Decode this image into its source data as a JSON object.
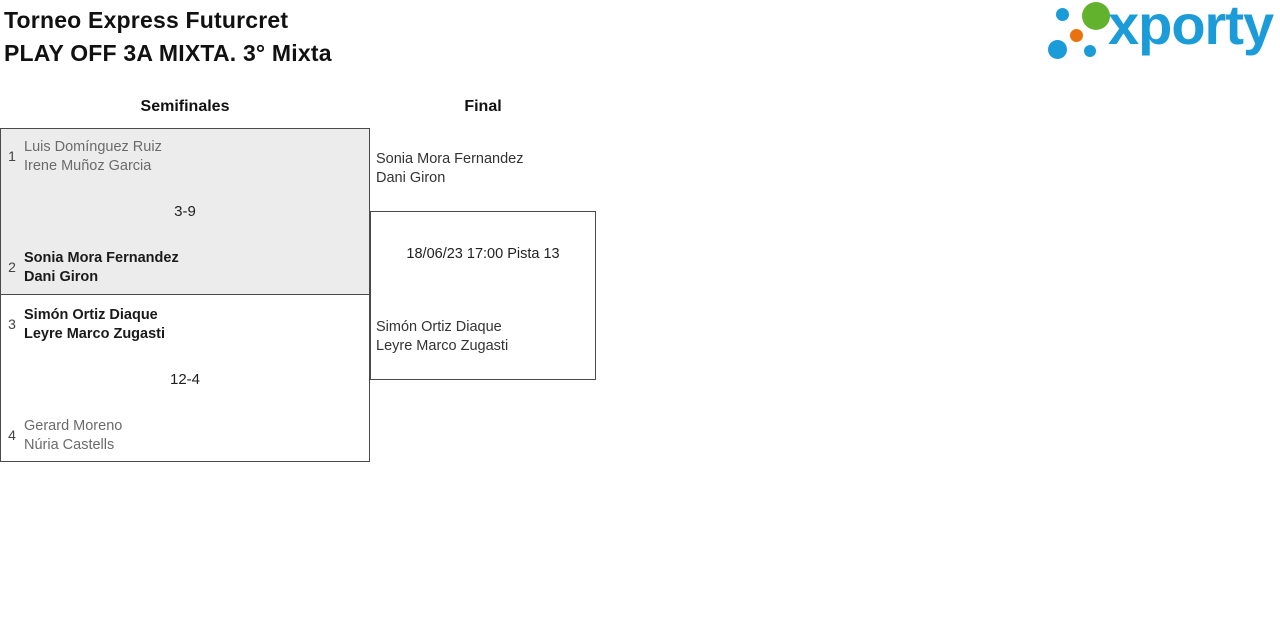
{
  "header": {
    "title": "Torneo Express Futurcret",
    "subtitle": "PLAY OFF 3A MIXTA. 3° Mixta"
  },
  "logo": {
    "brand": "xporty",
    "colors": {
      "blue": "#1b9cd9",
      "green": "#63b22e",
      "orange": "#e8730e"
    }
  },
  "round_headers": {
    "semifinals": "Semifinales",
    "final": "Final"
  },
  "semifinal_1": {
    "seed_top": "1",
    "team_top_line1": "Luis Domínguez Ruiz",
    "team_top_line2": "Irene Muñoz Garcia",
    "score": "3-9",
    "seed_bottom": "2",
    "team_bottom_line1": "Sonia Mora Fernandez",
    "team_bottom_line2": "Dani Giron"
  },
  "semifinal_2": {
    "seed_top": "3",
    "team_top_line1": "Simón Ortiz Diaque",
    "team_top_line2": "Leyre Marco Zugasti",
    "score": "12-4",
    "seed_bottom": "4",
    "team_bottom_line1": "Gerard Moreno",
    "team_bottom_line2": "Núria Castells"
  },
  "final": {
    "team_top_line1": "Sonia Mora Fernandez",
    "team_top_line2": "Dani Giron",
    "match_info": "18/06/23 17:00 Pista 13",
    "team_bottom_line1": "Simón Ortiz Diaque",
    "team_bottom_line2": "Leyre Marco Zugasti"
  }
}
